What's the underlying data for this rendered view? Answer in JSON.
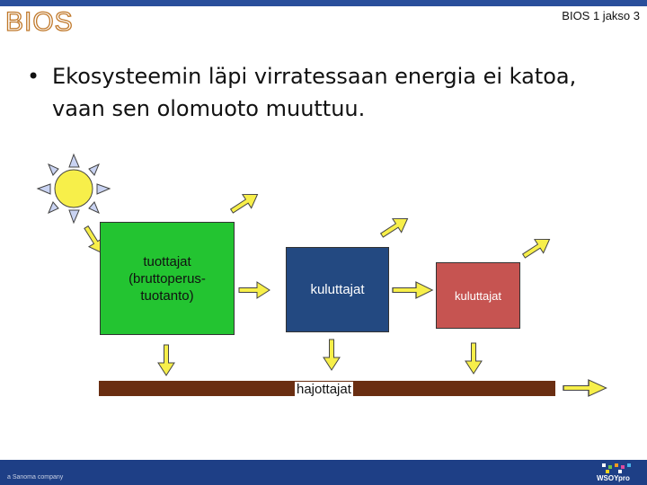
{
  "header": {
    "logo_text": "BIOS",
    "section": "BIOS 1 jakso 3"
  },
  "bullet": {
    "marker": "•",
    "text": "Ekosysteemin läpi virratessaan energia ei katoa, vaan sen olomuoto muuttuu."
  },
  "diagram": {
    "producer_label": "tuottajat (bruttoperus-tuotanto)",
    "producer_lines": [
      "tuottajat",
      "(bruttoperus-",
      "tuotanto)"
    ],
    "consumer1_label": "kuluttajat",
    "consumer2_label": "kuluttajat",
    "decomposer_label": "hajottajat"
  },
  "footer": {
    "left_text": "a Sanoma company",
    "logo_text": "WSOYpro"
  },
  "colors": {
    "producer": "#23c431",
    "consumer1": "#234981",
    "consumer2": "#c65451",
    "decomposer": "#6a2e12",
    "arrow": "#f7ef4a",
    "sun": "#f7ef4a",
    "sun_rays": "#c9d3f2",
    "header_bar": "#2a4f9b",
    "footer_bar": "#1e3f86"
  }
}
